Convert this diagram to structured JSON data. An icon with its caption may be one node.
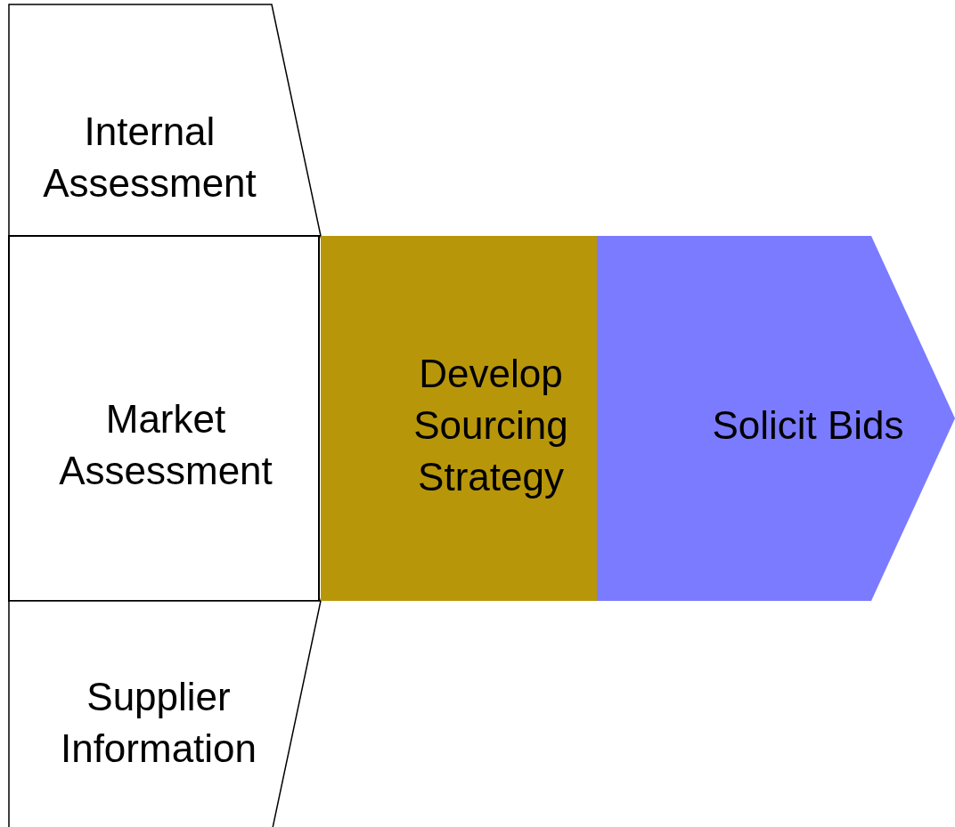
{
  "diagram": {
    "nodes": [
      {
        "text": [
          "Internal Assessment"
        ]
      },
      {
        "text": [
          "Market Assessment"
        ]
      },
      {
        "text": [
          "Supplier Information"
        ]
      },
      {
        "text": [
          "Develop Sourcing Strategy"
        ]
      },
      {
        "text": [
          "Solicit Bids"
        ]
      }
    ]
  }
}
